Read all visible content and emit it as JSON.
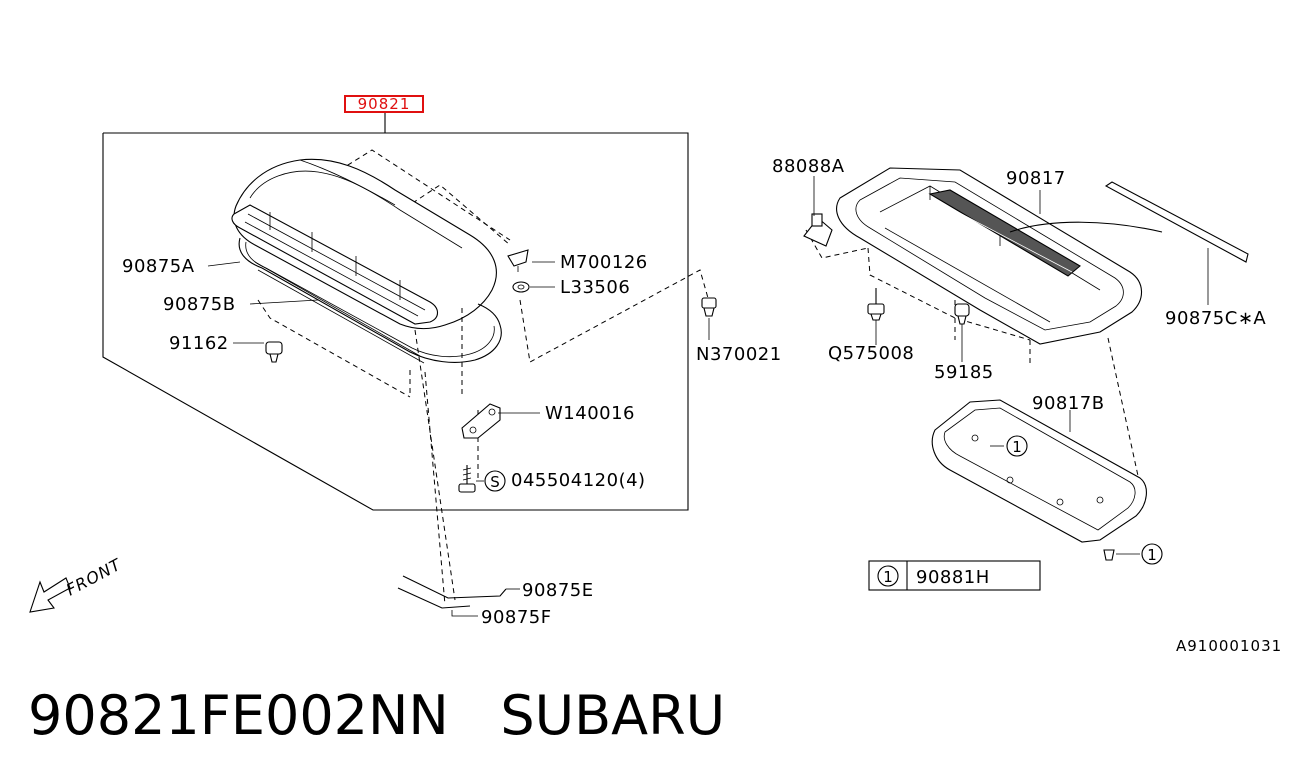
{
  "labels": {
    "main_assembly": "90821",
    "p90875A": "90875A",
    "p90875B": "90875B",
    "p91162": "91162",
    "pM700126": "M700126",
    "pL33506": "L33506",
    "pN370021": "N370021",
    "pW140016": "W140016",
    "p045504120": "045504120(4)",
    "p045504120_symbol": "S",
    "p90875E": "90875E",
    "p90875F": "90875F",
    "p88088A": "88088A",
    "p90817": "90817",
    "p90875CA": "90875C∗A",
    "pQ575008": "Q575008",
    "p59185": "59185",
    "p90817B": "90817B",
    "callout_1": "1",
    "legend_number": "1",
    "legend_part": "90881H",
    "front": "FRONT",
    "diagram_code": "A910001031"
  },
  "footer": {
    "part_number": "90821FE002NN",
    "brand": "SUBARU"
  },
  "colors": {
    "highlight": "#e01010",
    "ink": "#000000"
  }
}
